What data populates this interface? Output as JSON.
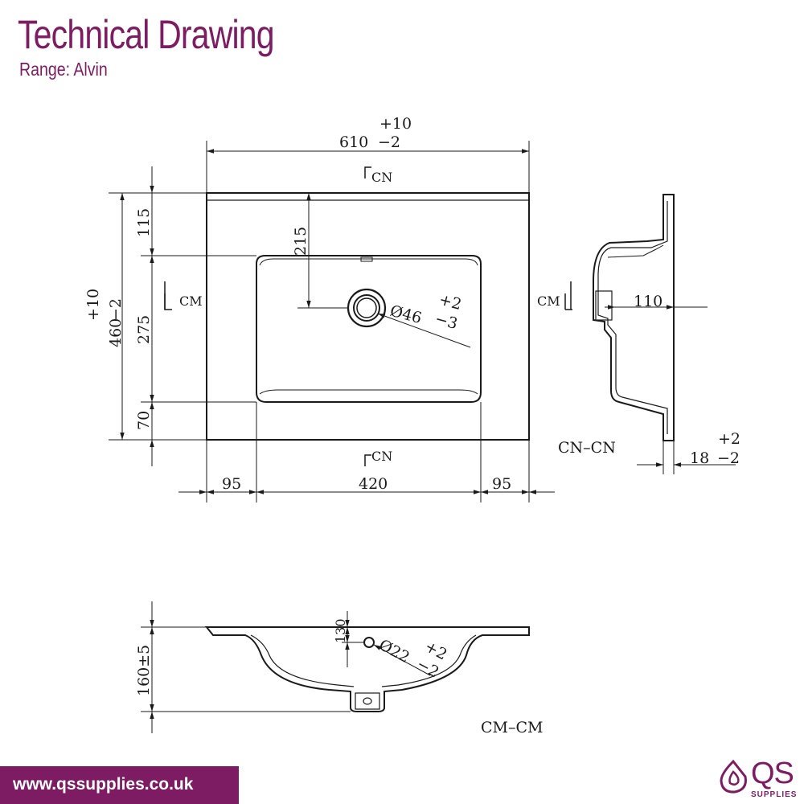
{
  "header": {
    "title": "Technical Drawing",
    "range": "Range: Alvin"
  },
  "plan_view": {
    "width_dim": "610",
    "width_tol_plus": "+10",
    "width_tol_minus": "−2",
    "section_cn_top": "CN",
    "section_cn_bottom": "CN",
    "section_cm_left": "CM",
    "section_cm_right": "CM",
    "depth_dim": "460",
    "depth_tol_plus": "+10",
    "depth_tol_minus": "−2",
    "rear_margin": "115",
    "bowl_depth": "275",
    "front_margin": "70",
    "waste_offset": "215",
    "waste_dia": "Ø46",
    "waste_tol_plus": "+2",
    "waste_tol_minus": "−3",
    "left_margin": "95",
    "bowl_width": "420",
    "right_margin": "95"
  },
  "section_cn": {
    "label": "CN–CN",
    "overflow_dim": "110",
    "thickness": "18",
    "thickness_tol_plus": "+2",
    "thickness_tol_minus": "−2"
  },
  "section_cm": {
    "label": "CM–CM",
    "height": "160±5",
    "overflow_height": "130",
    "overflow_dia": "Ø22",
    "overflow_tol_plus": "+2",
    "overflow_tol_minus": "−2"
  },
  "footer": {
    "url": "www.qssupplies.co.uk",
    "logo_letters": "QS",
    "logo_sub": "SUPPLIES"
  },
  "colors": {
    "brand": "#7d1b63",
    "line": "#1a1a1a"
  }
}
